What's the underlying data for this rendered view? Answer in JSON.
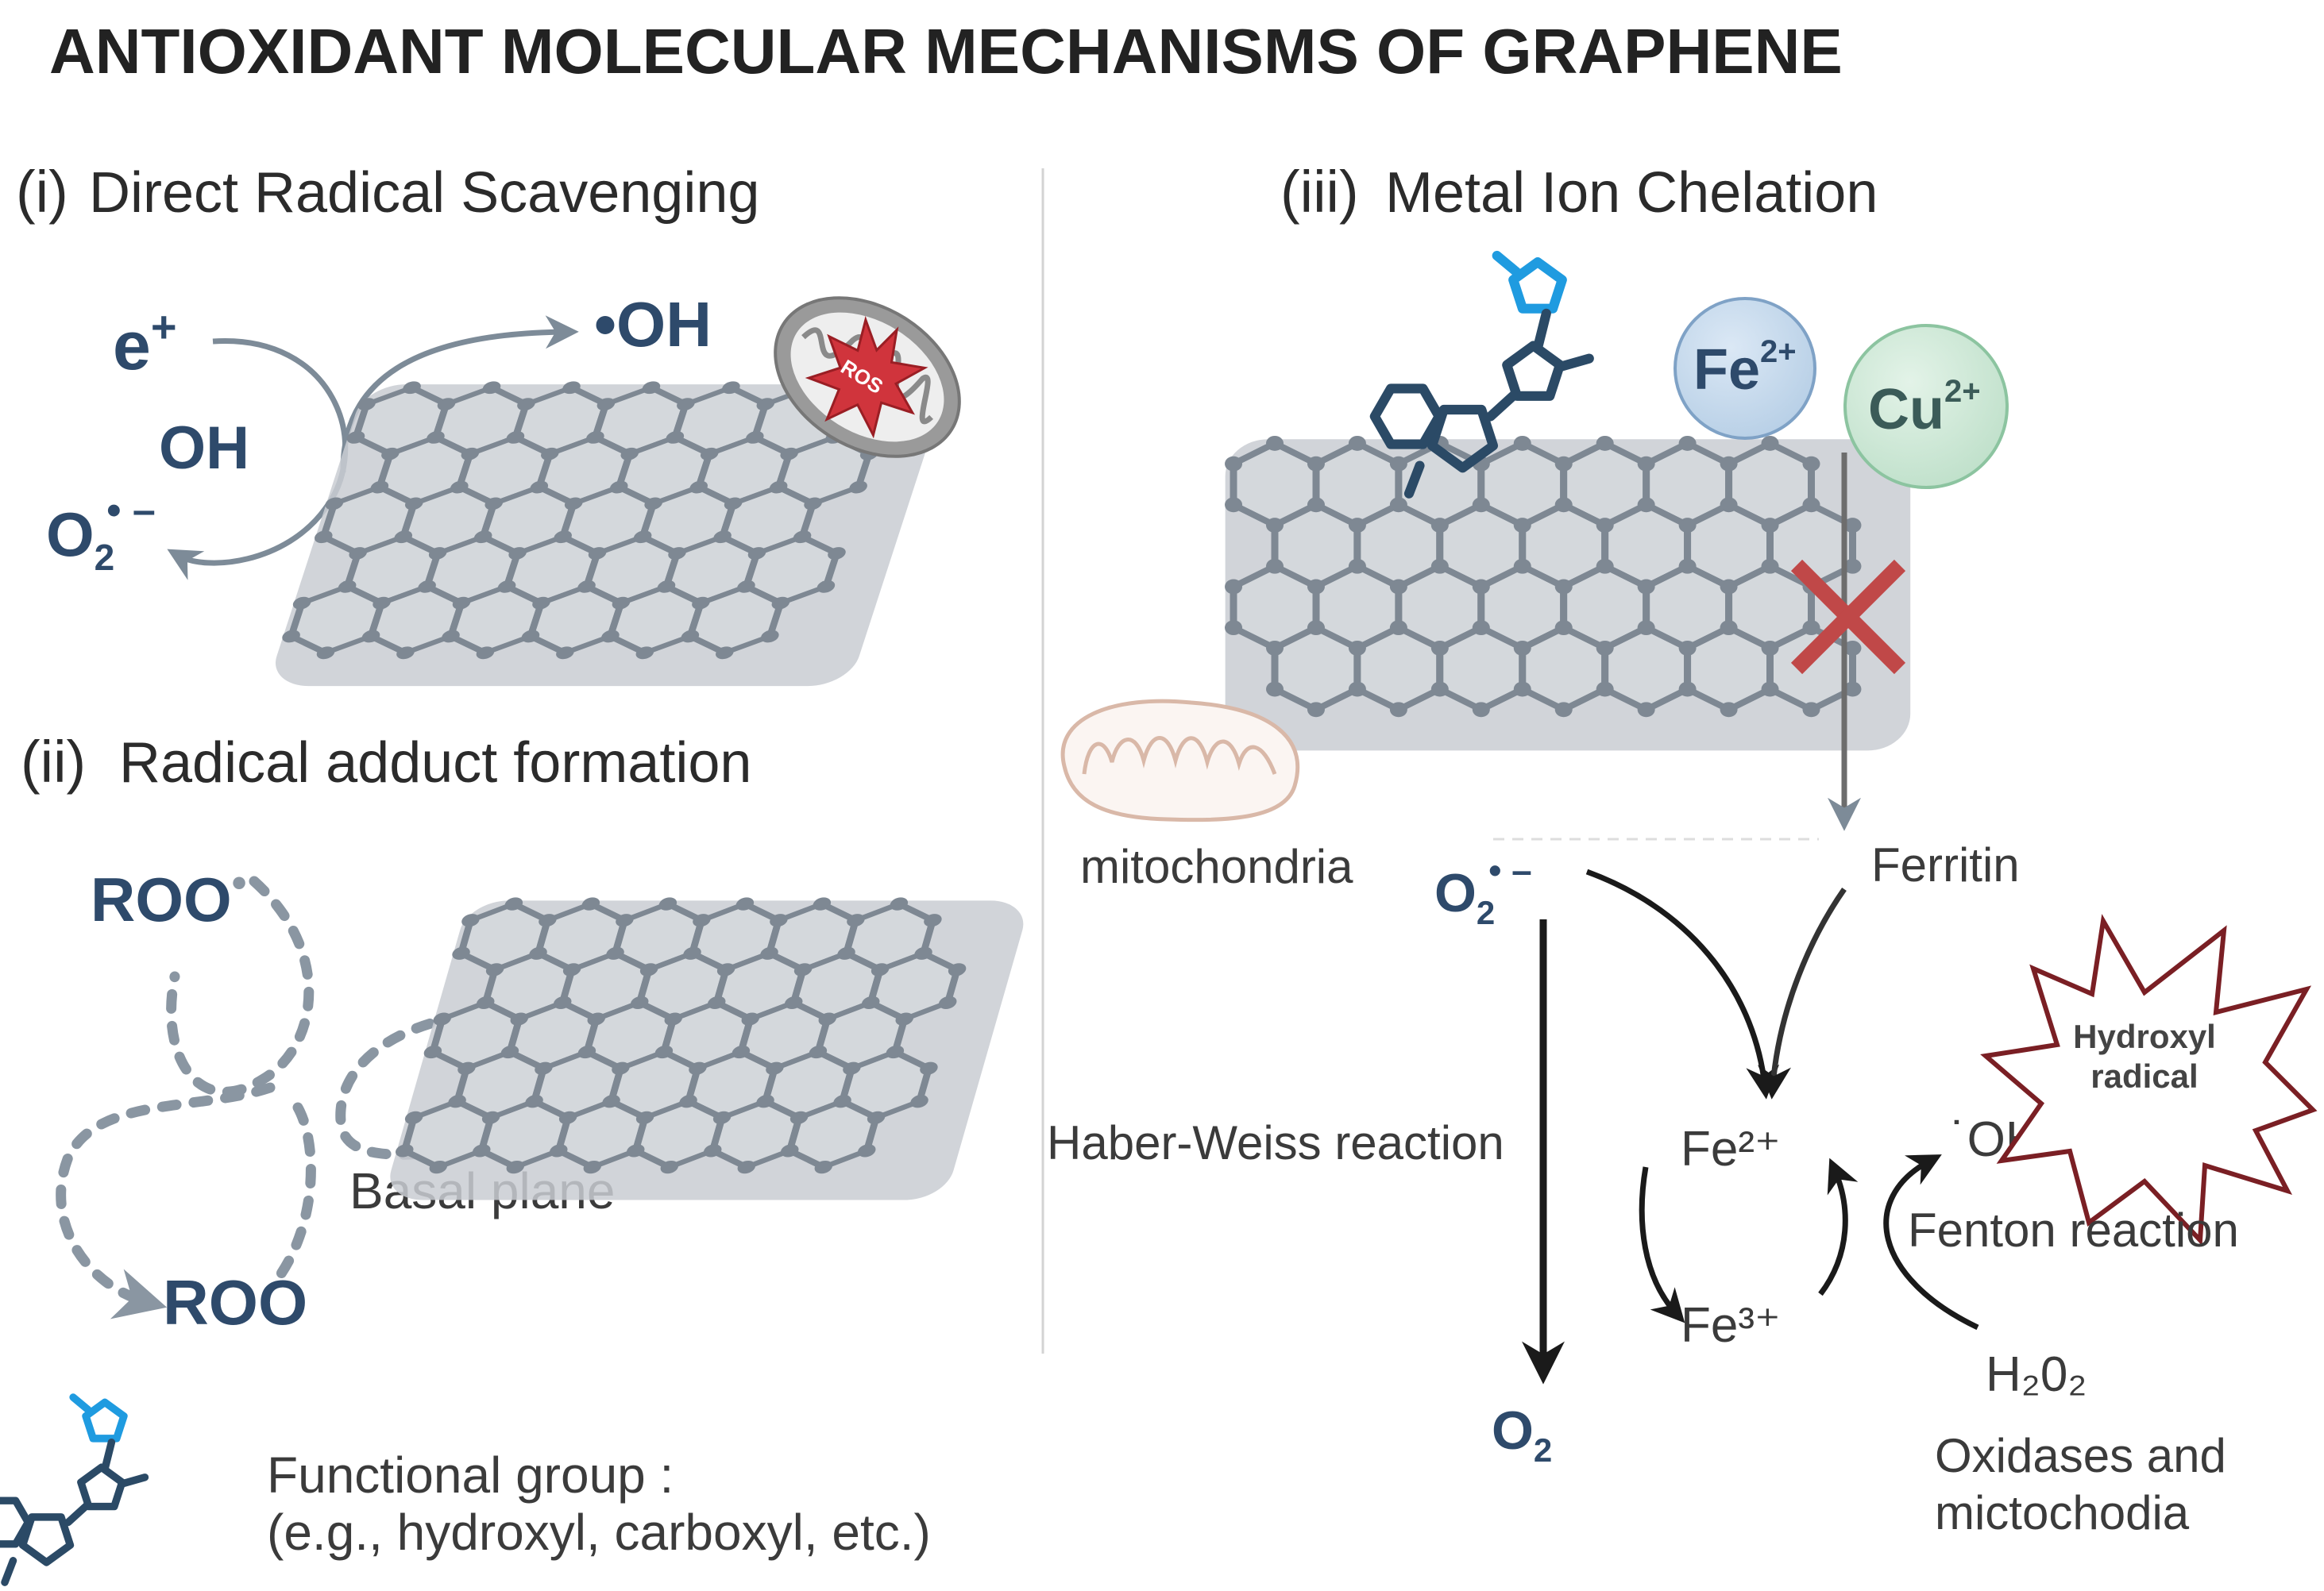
{
  "title": "ANTIOXIDANT MOLECULAR MECHANISMS OF GRAPHENE",
  "sections": {
    "i": {
      "num": "(i)",
      "title": "Direct Radical Scavenging"
    },
    "ii": {
      "num": "(ii)",
      "title": "Radical adduct formation"
    },
    "iii": {
      "num": "(iii)",
      "title": "Metal Ion Chelation"
    }
  },
  "panel_i": {
    "e_base": "e",
    "e_sup": "+",
    "oh_radical": "•OH",
    "oh": "OH",
    "o2_base": "O",
    "o2_sub": "2",
    "o2_sup": "• –",
    "ros": "ROS"
  },
  "panel_ii": {
    "roo_top": "ROO",
    "roo_top_dot": "•",
    "roo_bottom": "ROO",
    "basal_plane": "Basal plane"
  },
  "legend": {
    "line1": "Functional group :",
    "line2": "(e.g., hydroxyl, carboxyl, etc.)"
  },
  "panel_iii": {
    "fe_base": "Fe",
    "fe_sup": "2+",
    "cu_base": "Cu",
    "cu_sup": "2+",
    "mitochondria": "mitochondria",
    "o2_base": "O",
    "o2_sub": "2",
    "o2_sup": "• –",
    "ferritin": "Ferritin",
    "haber_weiss": "Haber-Weiss reaction",
    "fe2": "Fe²⁺",
    "fe3": "Fe³⁺",
    "oh": "˙OH",
    "hydroxyl_1": "Hydroxyl",
    "hydroxyl_2": "radical",
    "fenton": "Fenton reaction",
    "h2o2": "H₂0₂",
    "oxidases_1": "Oxidases and",
    "oxidases_2": "mictochodia",
    "o2_product_base": "O",
    "o2_product_sub": "2"
  },
  "colors": {
    "navy": "#2e4a6b",
    "graphene_fill": "#c9cdd2",
    "graphene_line": "#7e8893",
    "molecule_blue": "#1f9be0",
    "molecule_dark": "#2b4a66",
    "fe_bubble": "#c9ddef",
    "cu_bubble": "#d3ebdc",
    "red_x": "#c04848",
    "ros_red": "#d0343c",
    "star_outline": "#7a1f24"
  }
}
